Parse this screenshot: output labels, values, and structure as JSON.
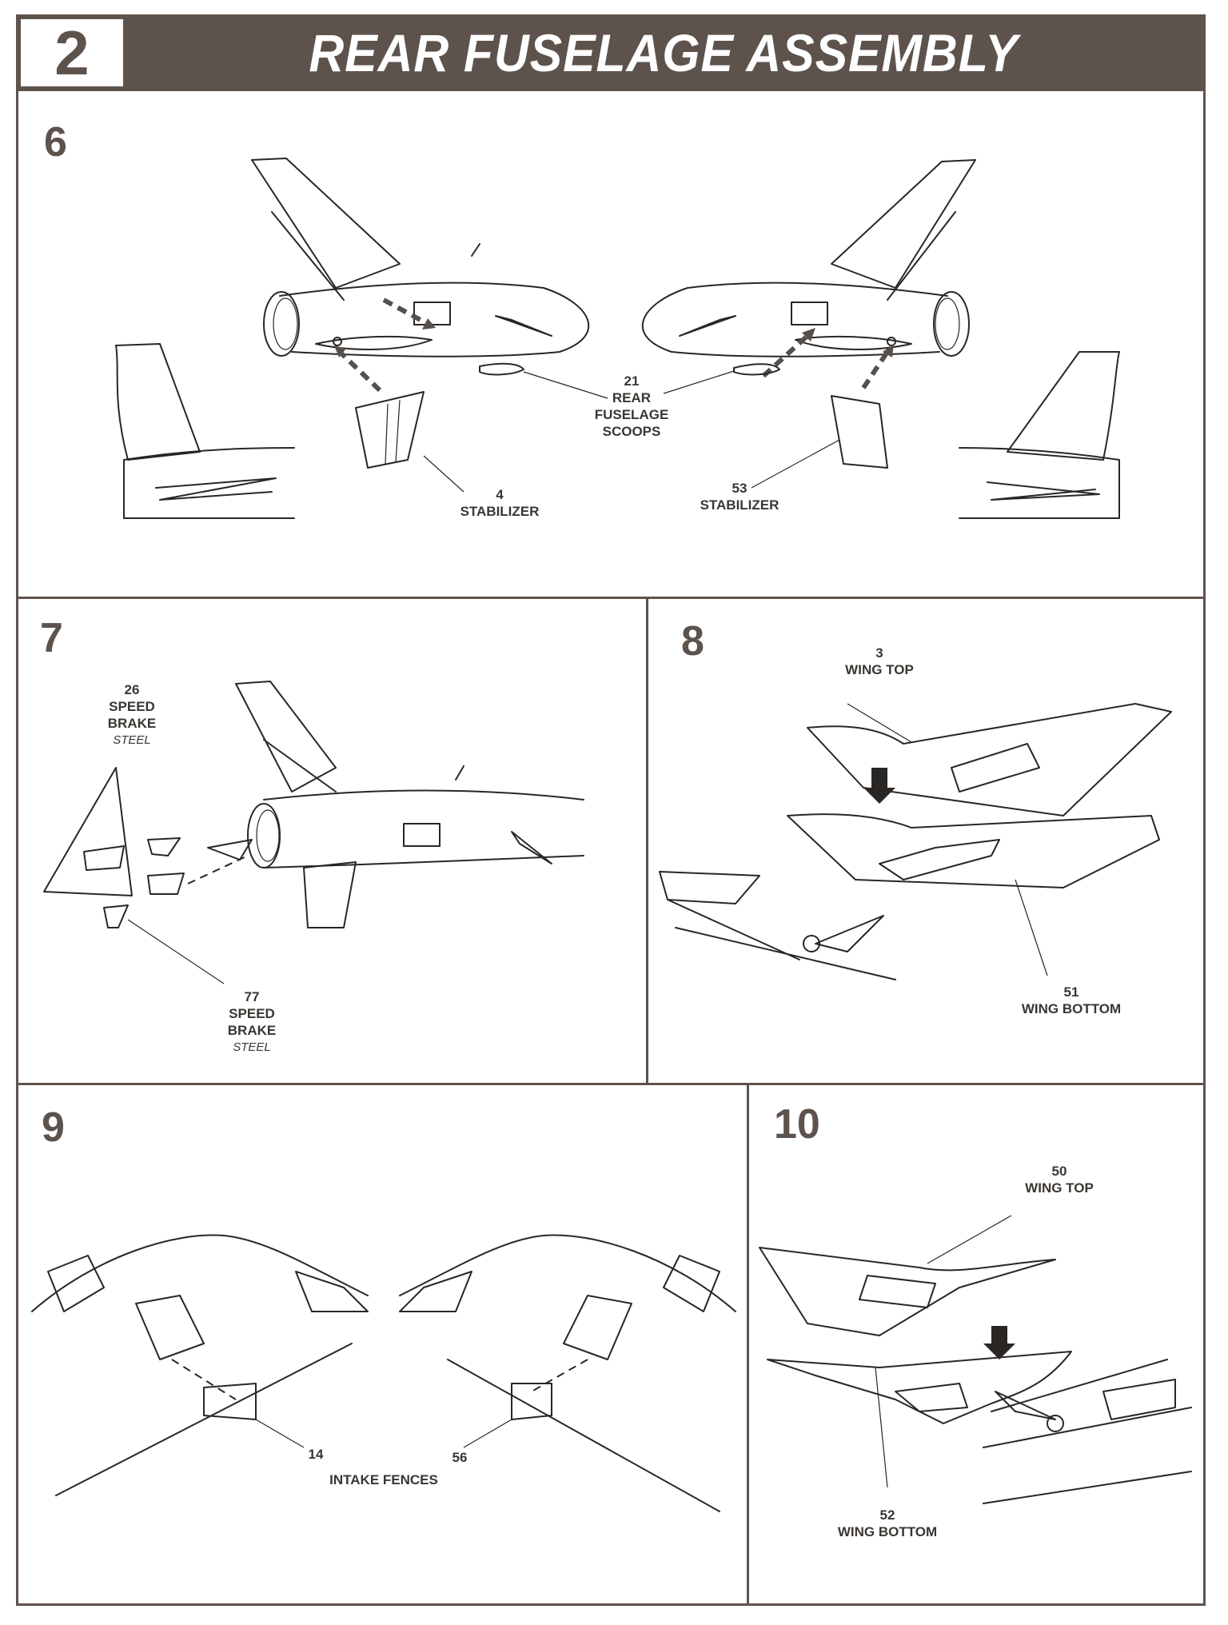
{
  "header": {
    "step_number": "2",
    "title": "REAR FUSELAGE ASSEMBLY",
    "bg_color": "#5e534c"
  },
  "panels": [
    {
      "number": "6",
      "callouts": [
        {
          "part": "21",
          "name_lines": [
            "REAR",
            "FUSELAGE",
            "SCOOPS"
          ]
        },
        {
          "part": "4",
          "name_lines": [
            "STABILIZER"
          ]
        },
        {
          "part": "53",
          "name_lines": [
            "STABILIZER"
          ]
        }
      ]
    },
    {
      "number": "7",
      "callouts": [
        {
          "part": "26",
          "name_lines": [
            "SPEED",
            "BRAKE"
          ],
          "material": "STEEL"
        },
        {
          "part": "77",
          "name_lines": [
            "SPEED",
            "BRAKE"
          ],
          "material": "STEEL"
        }
      ]
    },
    {
      "number": "8",
      "callouts": [
        {
          "part": "3",
          "name_lines": [
            "WING TOP"
          ]
        },
        {
          "part": "51",
          "name_lines": [
            "WING BOTTOM"
          ]
        }
      ]
    },
    {
      "number": "9",
      "callouts": [
        {
          "part": "14"
        },
        {
          "part": "56"
        }
      ],
      "shared_label": "INTAKE FENCES"
    },
    {
      "number": "10",
      "callouts": [
        {
          "part": "50",
          "name_lines": [
            "WING TOP"
          ]
        },
        {
          "part": "52",
          "name_lines": [
            "WING BOTTOM"
          ]
        }
      ]
    }
  ]
}
